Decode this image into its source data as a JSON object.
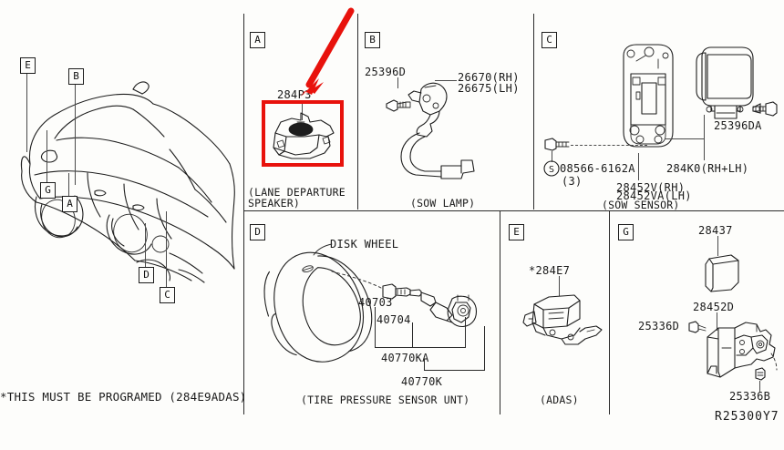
{
  "diagram": {
    "id": "R25300Y7",
    "footnote": "*THIS MUST BE PROGRAMED (284E9ADAS)"
  },
  "vehicle_callouts": [
    {
      "letter": "E"
    },
    {
      "letter": "B"
    },
    {
      "letter": "G"
    },
    {
      "letter": "A"
    },
    {
      "letter": "D"
    },
    {
      "letter": "C"
    }
  ],
  "panels": [
    {
      "letter": "A",
      "caption_line1": "(LANE DEPARTURE",
      "caption_line2": "SPEAKER)",
      "parts": [
        {
          "number": "284P3"
        }
      ],
      "highlighted": true
    },
    {
      "letter": "B",
      "caption_line1": "(SOW LAMP)",
      "caption_line2": "",
      "parts": [
        {
          "number": "25396D"
        },
        {
          "number": "26670(RH)"
        },
        {
          "number": "26675(LH)"
        }
      ],
      "highlighted": false
    },
    {
      "letter": "C",
      "caption_line1": "(SOW SENSOR)",
      "caption_line2": "",
      "parts": [
        {
          "number": "25396DA"
        },
        {
          "number": "08566-6162A"
        },
        {
          "number": "(3)"
        },
        {
          "number": "284K0(RH+LH)"
        },
        {
          "number": "28452V(RH)"
        },
        {
          "number": "28452VA(LH)"
        }
      ],
      "screw_marker": "S",
      "highlighted": false
    },
    {
      "letter": "D",
      "caption_line1": "(TIRE PRESSURE SENSOR UNT)",
      "caption_line2": "",
      "parts": [
        {
          "number": "DISK WHEEL"
        },
        {
          "number": "40703"
        },
        {
          "number": "40704"
        },
        {
          "number": "40770KA"
        },
        {
          "number": "40770K"
        }
      ],
      "highlighted": false
    },
    {
      "letter": "E",
      "caption_line1": "(ADAS)",
      "caption_line2": "",
      "parts": [
        {
          "number": "*284E7"
        }
      ],
      "highlighted": false
    },
    {
      "letter": "G",
      "caption_line1": "",
      "caption_line2": "",
      "parts": [
        {
          "number": "28437"
        },
        {
          "number": "28452D"
        },
        {
          "number": "25336D"
        },
        {
          "number": "25336B"
        }
      ],
      "highlighted": false
    }
  ],
  "annotation": {
    "arrow_color": "#e8120c",
    "highlight_color": "#e8120c"
  }
}
